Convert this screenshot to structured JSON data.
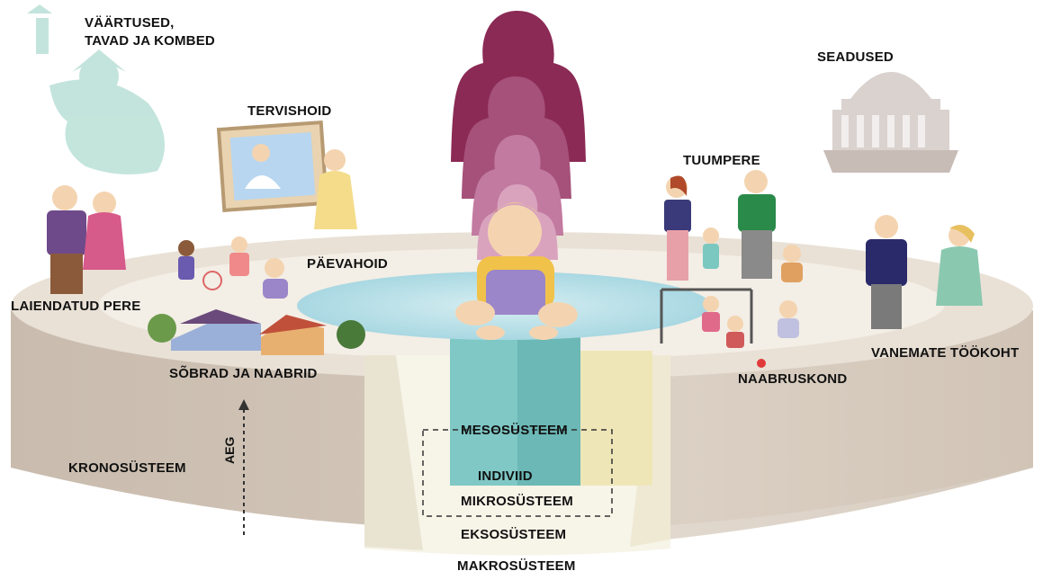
{
  "labels": {
    "values": "VÄÄRTUSED,",
    "values_line2": "TAVAD JA KOMBED",
    "laws": "SEADUSED",
    "health": "TERVISHOID",
    "nuclear_family": "TUUMPERE",
    "daycare": "PÄEVAHOID",
    "extended_family": "LAIENDATUD PERE",
    "friends_neighbors": "SÕBRAD JA NAABRID",
    "parents_workplace": "VANEMATE TÖÖKOHT",
    "neighborhood": "NAABRUSKOND",
    "mesosystem": "MESOSÜSTEEM",
    "individual": "INDIVIID",
    "microsystem": "MIKROSÜSTEEM",
    "exosystem": "EKSOSÜSTEEM",
    "macrosystem": "MAKROSÜSTEEM",
    "chronosystem": "KRONOSÜSTEEM",
    "time": "AEG"
  },
  "colors": {
    "outer_wall": "#d8ccc0",
    "inner_pool": "#bfe3ea",
    "silhouette_dark": "#8b2a55",
    "teal_column": "#7cc9c8",
    "yellow_column": "#efe6b8"
  }
}
